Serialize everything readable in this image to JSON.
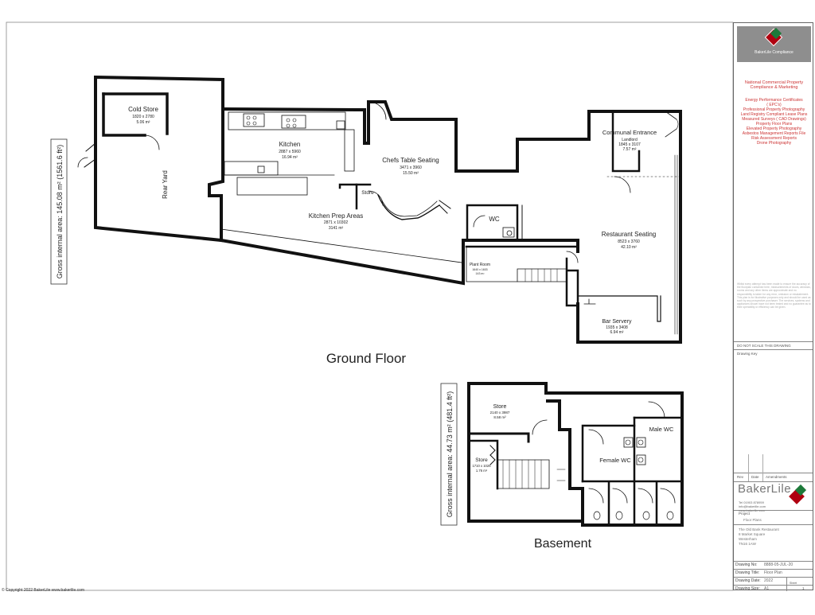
{
  "ground_floor": {
    "title": "Ground Floor",
    "gross_area": "Gross internal area: 145.08 m² (1561.6 ft²)",
    "rooms": {
      "cold_store": {
        "name": "Cold Store",
        "dims": "1820 x 2780",
        "area": "5.06 m²"
      },
      "rear_yard": {
        "name": "Rear Yard"
      },
      "kitchen": {
        "name": "Kitchen",
        "dims": "2887 x 5960",
        "area": "16.94 m²"
      },
      "chefs_table": {
        "name": "Chefs Table Seating",
        "dims": "3471 x 3960",
        "area": "15.50 m²"
      },
      "store": {
        "name": "Store"
      },
      "kitchen_prep": {
        "name": "Kitchen Prep Areas",
        "dims": "2871 x 10302",
        "area": "3141 m²"
      },
      "wc": {
        "name": "WC"
      },
      "communal_entrance": {
        "name": "Communal Entrance",
        "sub": "Landlord",
        "dims": "1845 x 3107",
        "area": "7.57 m²"
      },
      "restaurant_seating": {
        "name": "Restaurant Seating",
        "dims": "8523 x 3760",
        "area": "42.10 m²"
      },
      "plant_room": {
        "name": "Plant Room",
        "dims": "1640 x 1603",
        "area": "143 m²"
      },
      "bar_servery": {
        "name": "Bar Servery",
        "dims": "1935 x 3408",
        "area": "6.94 m²"
      }
    }
  },
  "basement": {
    "title": "Basement",
    "gross_area": "Gross internal area: 44.73 m² (481.4 ft²)",
    "rooms": {
      "store_a": {
        "name": "Store",
        "dims": "2140 x 3987",
        "area": "8.58 m²"
      },
      "store_b": {
        "name": "Store",
        "dims": "1710 x 1026",
        "area": "1.76 m²"
      },
      "female_wc": {
        "name": "Female WC"
      },
      "male_wc": {
        "name": "Male WC"
      }
    }
  },
  "title_block": {
    "logo_caption": "BakerLile Compliance",
    "company": "National Commercial Property Compliance & Marketing",
    "services": [
      "Energy Performance Certificates",
      "( EPC's)",
      "Professional Property Photography",
      "Land Registry Compliant Lease Plans",
      "Measured Surveys ( CAD Drawings)",
      "Property Floor Plans",
      "Elevated Property Photography",
      "Asbestos Management Reports File",
      "Risk Assessment Reports",
      "Drone Photography"
    ],
    "disclaimer": "Whilst every attempt has been made to ensure the accuracy of the floorplan contained here, measurements of doors, windows, rooms and any other items are approximate and no responsibility is taken for any error, omission or misstatement. This plan is for illustrative purposes only and should be used as such by any prospective purchaser. The services, systems and appliances shown have not been tested and no guarantee as to their operability or efficiency can be given.",
    "do_not_scale": "DO NOT SCALE THIS DRAWING",
    "drawing_key": "Drawing Key",
    "rev_headers": [
      "Rev",
      "Date",
      "Amendments"
    ],
    "brand": "BakerLile",
    "contact": [
      "Tel 01903 878959",
      "info@bakerlile.com",
      "www.bakerlile.com"
    ],
    "project_label": "Project",
    "project_value": "Floor Plans",
    "address": [
      "The Old Bank Restaurant",
      "8 Market Square",
      "Westerham",
      "TN16 1AW"
    ],
    "drawing_no_label": "Drawing No:",
    "drawing_no": "8888-05-JUL-20",
    "drawing_title_label": "Drawing Title:",
    "drawing_title": "Floor Plan",
    "drawing_date_label": "Drawing Date:",
    "drawing_date": "2022",
    "drawing_size_label": "Drawing Size:",
    "drawing_size": "A1",
    "sheet_label": "Sheet",
    "sheet_no": "1"
  },
  "footer": {
    "copyright": "© Copyright 2022 BakerLile  www.bakerlile.com"
  }
}
